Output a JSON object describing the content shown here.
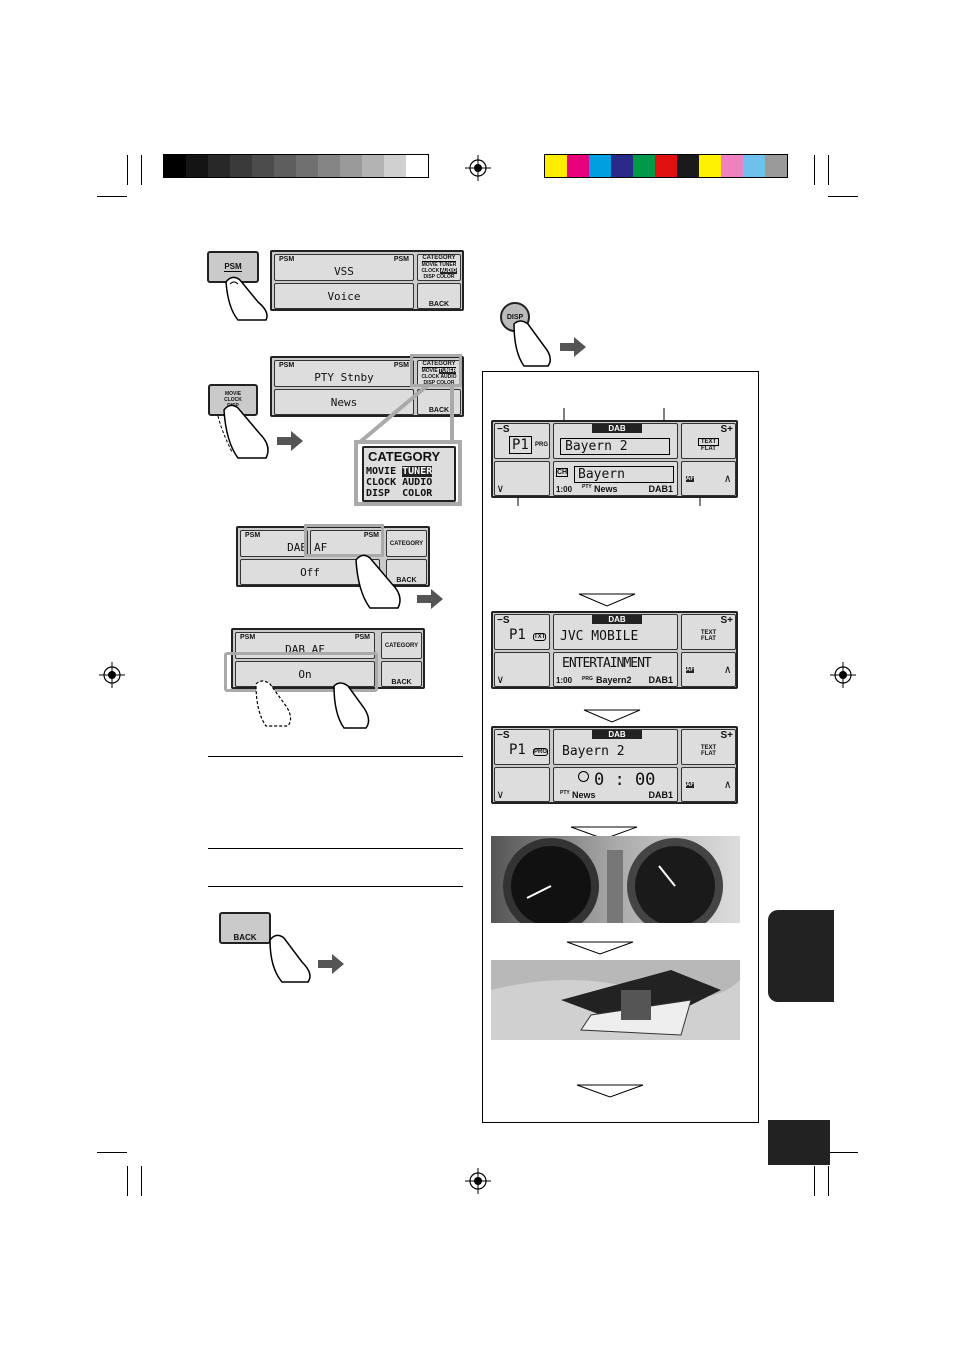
{
  "grayscale": [
    "#000000",
    "#141414",
    "#282828",
    "#3a3a3a",
    "#4c4c4c",
    "#5e5e5e",
    "#707070",
    "#848484",
    "#9a9a9a",
    "#b3b3b3",
    "#d0d0d0",
    "#ffffff"
  ],
  "colorbar": [
    "#ffee00",
    "#e8007a",
    "#00a0e0",
    "#2a2a8a",
    "#00994a",
    "#e01010",
    "#1a1a1a",
    "#fff200",
    "#f080c0",
    "#70c0ee",
    "#9a9a9a"
  ],
  "step1": {
    "psm_button": "PSM",
    "psm_left": "PSM",
    "psm_right": "PSM",
    "top_value": "VSS",
    "bottom_value": "Voice",
    "category": "CATEGORY",
    "cat_movie": "MOVIE",
    "cat_tuner": "TUNER",
    "cat_clock": "CLOCK",
    "cat_audio": "AUDIO",
    "cat_disp": "DISP",
    "cat_color": "COLOR",
    "back": "BACK"
  },
  "step2": {
    "psm_left": "PSM",
    "psm_right": "PSM",
    "top_value": "PTY Stnby",
    "bottom_value": "News",
    "category_small": "CATEGORY",
    "cat_movie": "MOVIE",
    "cat_tuner": "TUNER",
    "cat_clock": "CLOCK",
    "cat_audio": "AUDIO",
    "cat_disp": "DISP",
    "cat_color": "COLOR",
    "back": "BACK",
    "zoom_title": "CATEGORY",
    "zoom_movie": "MOVIE",
    "zoom_tuner": "TUNER",
    "zoom_clock": "CLOCK",
    "zoom_audio": "AUDIO",
    "zoom_disp": "DISP",
    "zoom_color": "COLOR"
  },
  "step3": {
    "psm_left": "PSM",
    "psm_right": "PSM",
    "top_left": "DAB",
    "top_right": "AF",
    "bottom_value": "Off",
    "category": "CATEGORY",
    "back": "BACK"
  },
  "step4": {
    "psm_left": "PSM",
    "psm_right": "PSM",
    "top_value": "DAB AF",
    "bottom_value": "On",
    "category": "CATEGORY",
    "back": "BACK"
  },
  "back_button": "BACK",
  "disp_button": "DISP",
  "screen1": {
    "minus_s": "−S",
    "preset": "P1",
    "prg": "PRG",
    "band_top": "DAB",
    "service": "Bayern 2",
    "s_plus": "S+",
    "text_badge": "TEXT",
    "flat": "FLAT",
    "ch": "CH",
    "ensemble": "Bayern",
    "clock": "1:00",
    "pty": "PTY",
    "pty_value": "News",
    "band": "DAB1",
    "af": "AF"
  },
  "screen2": {
    "minus_s": "−S",
    "preset": "P1",
    "txt": "TXT",
    "band_top": "DAB",
    "line1": "JVC MOBILE",
    "s_plus": "S+",
    "text_badge": "TEXT",
    "flat": "FLAT",
    "line2": "ENTERTAINMENT",
    "clock": "1:00",
    "prg": "PRG",
    "prg_value": "Bayern2",
    "band": "DAB1",
    "af": "AF"
  },
  "screen3": {
    "minus_s": "−S",
    "preset": "P1",
    "prg": "PRG",
    "band_top": "DAB",
    "service": "Bayern 2",
    "s_plus": "S+",
    "text_badge": "TEXT",
    "flat": "FLAT",
    "clock_big": "0 : 00",
    "pty": "PTY",
    "pty_value": "News",
    "band": "DAB1",
    "af": "AF"
  }
}
